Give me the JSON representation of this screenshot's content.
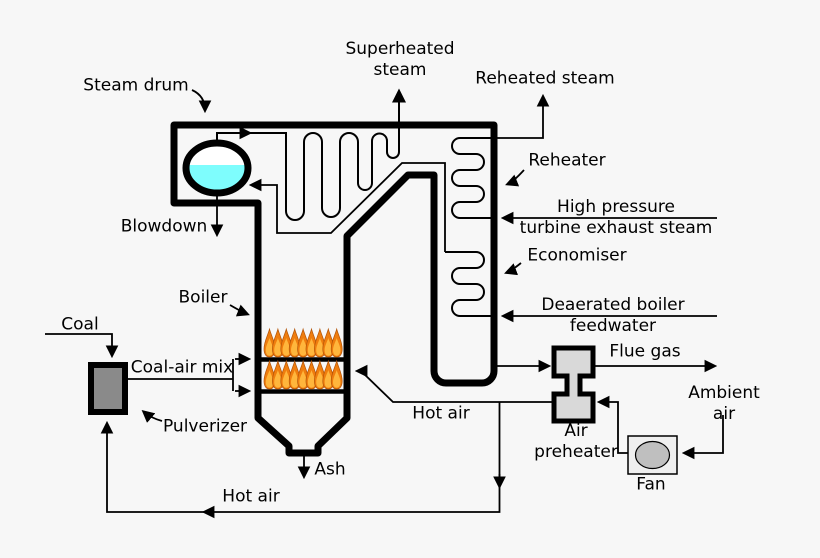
{
  "labels": {
    "steam_drum": "Steam drum",
    "superheated_steam": "Superheated\nsteam",
    "reheated_steam": "Reheated steam",
    "reheater": "Reheater",
    "hp_turbine_exhaust": "High pressure\nturbine exhaust steam",
    "economiser": "Economiser",
    "deaerated_feedwater": "Deaerated boiler\nfeedwater",
    "blowdown": "Blowdown",
    "boiler": "Boiler",
    "coal": "Coal",
    "coal_air_mix": "Coal-air mix",
    "pulverizer": "Pulverizer",
    "ash": "Ash",
    "hot_air_recirculation": "Hot air",
    "hot_air_duct": "Hot air",
    "flue_gas": "Flue gas",
    "air_preheater": "Air\npreheater",
    "ambient_air": "Ambient air",
    "fan": "Fan"
  },
  "colors": {
    "background": "#f7f7f7",
    "line": "#000000",
    "drum_water": "#7efdfd",
    "drum_fill": "#ffffff",
    "flame_outer": "#ef7d0e",
    "flame_inner": "#ffb63c",
    "pulverizer_fill": "#8a8a8a",
    "preheater_fill": "#d9d9d9",
    "fan_box_fill": "#efefef",
    "fan_rotor_fill": "#bfbfbf"
  }
}
